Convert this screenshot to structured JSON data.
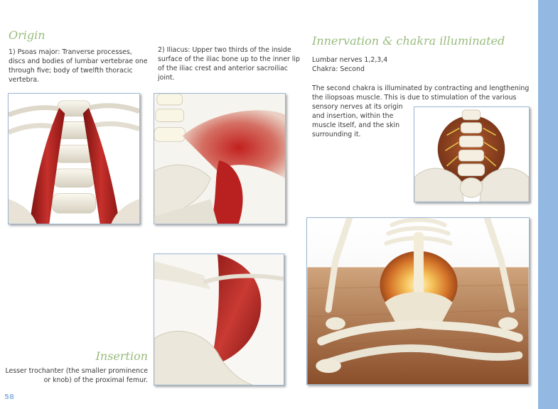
{
  "origin": {
    "heading": "Origin",
    "psoas_lines": [
      "1) Psoas major: Tranverse processes,",
      "discs and bodies of  lumbar vertebrae one",
      "through five; body of twelfth thoracic",
      "vertebra."
    ],
    "iliacus_lines": [
      "2) Iliacus: Upper two thirds of the inside",
      "surface of the iliac bone up to the inner lip",
      "of the iliac crest and  anterior sacroiliac",
      "joint."
    ]
  },
  "insertion": {
    "heading": "Insertion",
    "lines": [
      "Lesser  trochanter (the smaller prominence",
      "or knob) of the proximal femur."
    ]
  },
  "innervation": {
    "heading": "Innervation & chakra illuminated",
    "nerves": "Lumbar nerves 1,2,3,4",
    "chakra": "Chakra: Second",
    "para_lines": [
      "The second chakra is illuminated by contracting and lengthening",
      "the iliopsoas muscle. This is due to stimulation of the various",
      "sensory nerves at its origin",
      "and insertion, within the",
      "muscle itself, and the skin",
      "surrounding it."
    ]
  },
  "page_number": "58",
  "colors": {
    "heading": "#97bb7c",
    "side_bar": "#93b9e2",
    "frame": "#9bb7d4",
    "muscle": "#b8211f",
    "bone": "#ece8dd"
  }
}
